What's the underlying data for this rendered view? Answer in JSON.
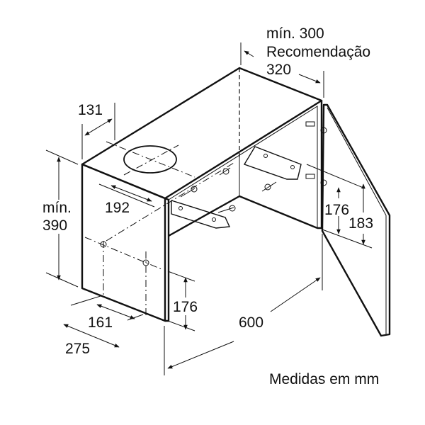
{
  "labels": {
    "min_300": "mín. 300",
    "recommendation": "Recomendação",
    "dim_320": "320",
    "dim_131": "131",
    "min_label": "mín.",
    "dim_390": "390",
    "dim_192": "192",
    "dim_176_right": "176",
    "dim_183": "183",
    "dim_176_bottom": "176",
    "dim_161": "161",
    "dim_275": "275",
    "dim_600": "600",
    "units_note": "Medidas em mm"
  }
}
